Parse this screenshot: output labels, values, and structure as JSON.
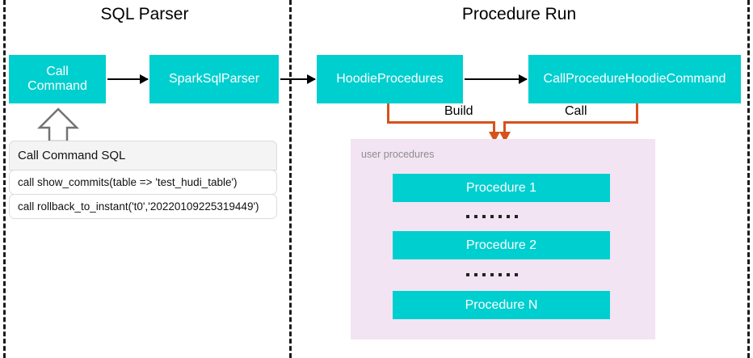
{
  "sections": [
    {
      "title": "SQL Parser"
    },
    {
      "title": "Procedure Run"
    }
  ],
  "flow_boxes": [
    {
      "label": "Call\nCommand"
    },
    {
      "label": "SparkSqlParser"
    },
    {
      "label": "HoodieProcedures"
    },
    {
      "label": "CallProcedureHoodieCommand"
    }
  ],
  "edge_labels": {
    "build": "Build",
    "call": "Call"
  },
  "sql_table": {
    "header": "Call Command SQL",
    "rows": [
      "call show_commits(table => 'test_hudi_table')",
      "call rollback_to_instant('t0','20220109225319449')"
    ]
  },
  "procedures_panel": {
    "label": "user procedures",
    "items": [
      "Procedure 1",
      "Procedure 2",
      "Procedure N"
    ]
  },
  "colors": {
    "teal": "#00CFCF",
    "orange": "#D6521D",
    "panel_purple": "#F2E4F3",
    "dash_black": "#1A1A1A"
  }
}
